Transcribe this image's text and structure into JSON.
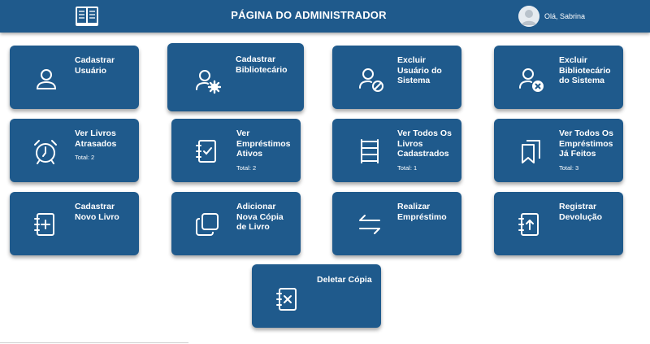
{
  "header": {
    "title": "PÁGINA DO ADMINISTRADOR",
    "greeting": "Olá, Sabrina",
    "logo_icon": "book-icon",
    "avatar_icon": "user-avatar-icon"
  },
  "colors": {
    "primary": "#1f5a8c",
    "text": "#ffffff"
  },
  "cards": [
    {
      "label": "Cadastrar\nUsuário",
      "icon": "user-icon"
    },
    {
      "label": "Cadastrar\nBibliotecário",
      "icon": "user-gear-icon"
    },
    {
      "label": "Excluir\nUsuário do\nSistema",
      "icon": "user-block-icon"
    },
    {
      "label": "Excluir\nBibliotecário\ndo Sistema",
      "icon": "user-remove-icon"
    },
    {
      "label": "Ver Livros\nAtrasados",
      "icon": "alarm-clock-icon",
      "total": "Total: 2"
    },
    {
      "label": "Ver\nEmpréstimos\nAtivos",
      "icon": "checklist-icon",
      "total": "Total: 2"
    },
    {
      "label": "Ver Todos Os\nLivros\nCadastrados",
      "icon": "bookshelf-icon",
      "total": "Total: 1"
    },
    {
      "label": "Ver Todos Os\nEmpréstimos\nJá Feitos",
      "icon": "bookmarks-icon",
      "total": "Total: 3"
    },
    {
      "label": "Cadastrar\nNovo Livro",
      "icon": "notebook-add-icon"
    },
    {
      "label": "Adicionar\nNova Cópia\nde Livro",
      "icon": "copy-icon"
    },
    {
      "label": "Realizar\nEmpréstimo",
      "icon": "exchange-arrows-icon"
    },
    {
      "label": "Registrar\nDevolução",
      "icon": "notebook-upload-icon"
    },
    {
      "label": "Deletar Cópia",
      "icon": "notebook-delete-icon"
    }
  ]
}
